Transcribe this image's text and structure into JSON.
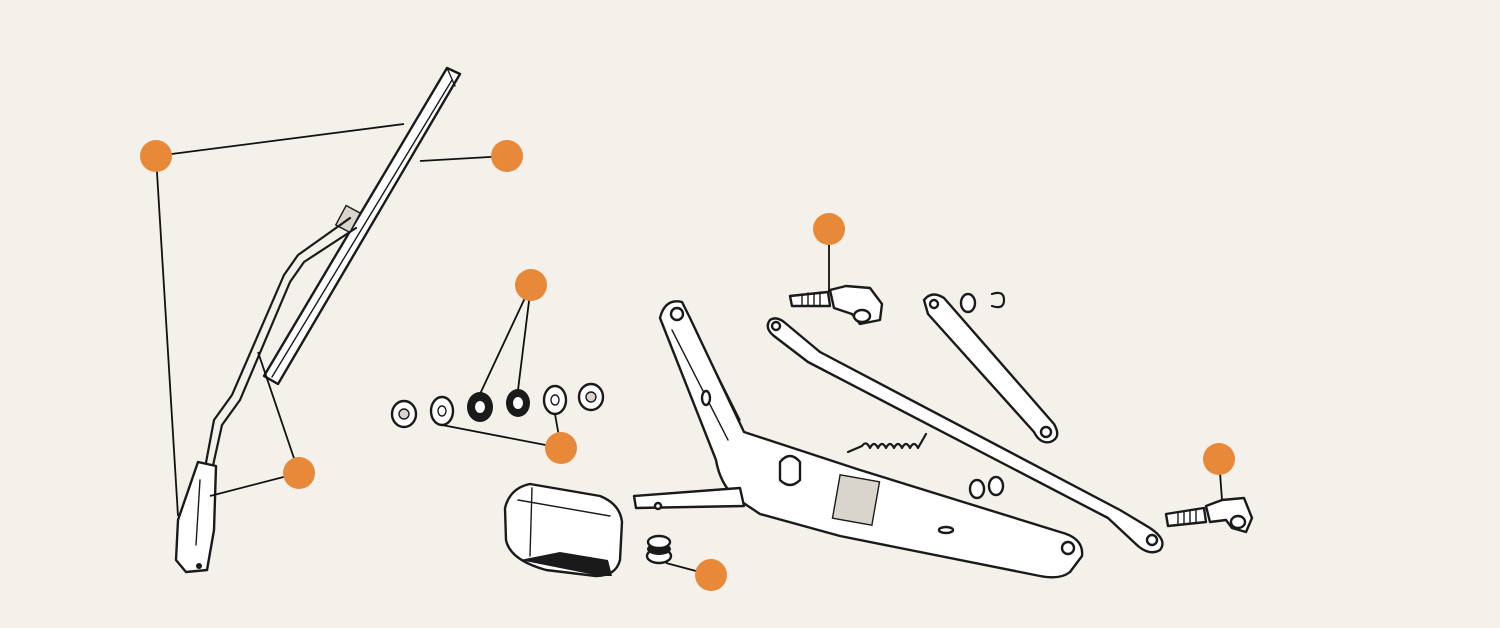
{
  "colors": {
    "background": "#f4f0ea",
    "marker": "#e8893a",
    "ink": "#1a1a1a"
  },
  "markers": [
    {
      "id": "wiper-arm-marker"
    },
    {
      "id": "wiper-blade-marker"
    },
    {
      "id": "arm-hub-marker"
    },
    {
      "id": "grommets-marker"
    },
    {
      "id": "washers-marker"
    },
    {
      "id": "motor-grommet-marker"
    },
    {
      "id": "left-spindle-marker"
    },
    {
      "id": "right-spindle-marker"
    }
  ]
}
